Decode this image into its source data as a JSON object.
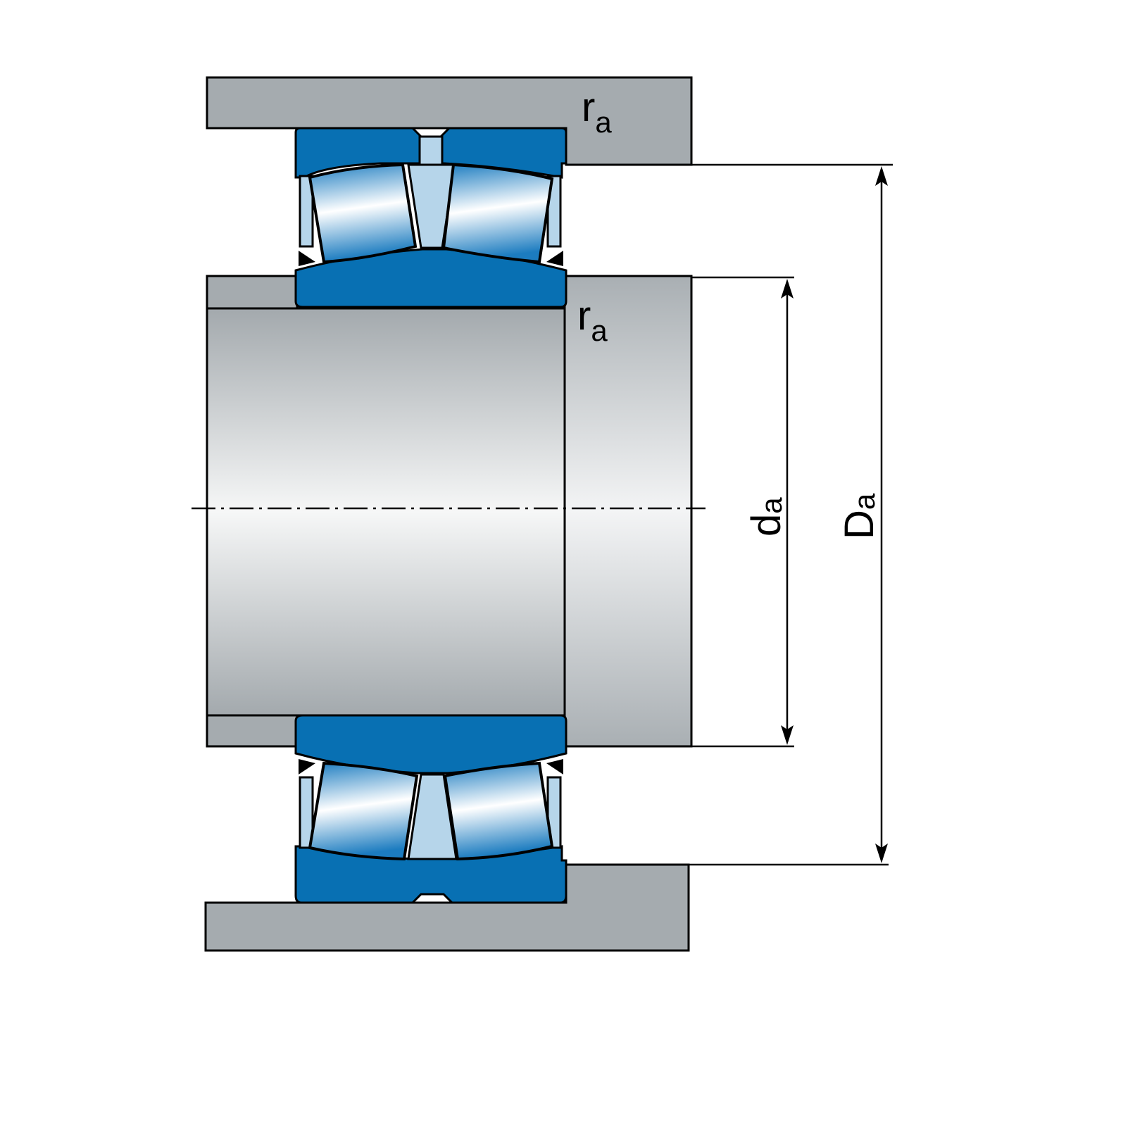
{
  "labels": {
    "ra_top": {
      "main": "r",
      "sub": "a"
    },
    "ra_mid": {
      "main": "r",
      "sub": "a"
    },
    "da": {
      "main": "d",
      "sub": "a"
    },
    "Da": {
      "main": "D",
      "sub": "a"
    }
  },
  "colors": {
    "housing": "#a5abaf",
    "bearing_blue": "#0870b3",
    "line": "#000000",
    "cage_light": "#b6d5ea"
  },
  "icons": {
    "arrow_head": "arrow-head-icon"
  }
}
